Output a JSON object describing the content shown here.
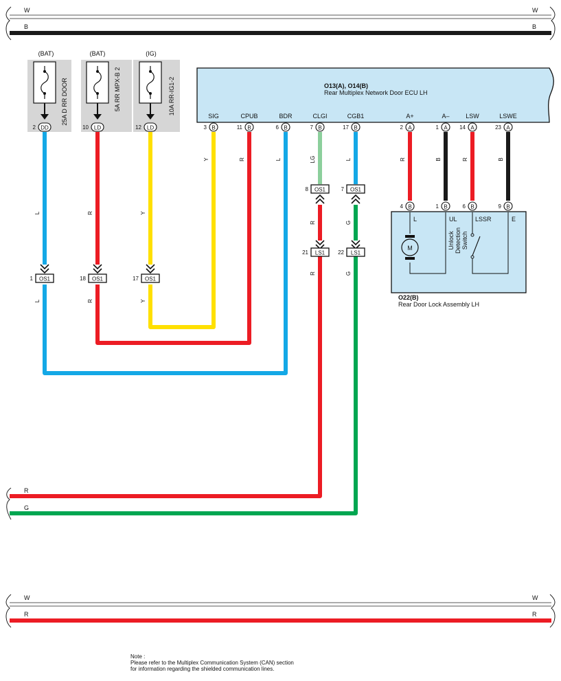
{
  "colors": {
    "W": "#ffffff",
    "B": "#1a1a1a",
    "L": "#14a8e6",
    "R": "#ec1c24",
    "Y": "#ffe000",
    "LG": "#8ccf9c",
    "G": "#00a651",
    "ecu_fill": "#c8e6f5",
    "fuse_box": "#d6d6d6"
  },
  "bus_top": {
    "w_label_left": "W",
    "w_label_right": "W",
    "b_label_left": "B",
    "b_label_right": "B"
  },
  "bus_bottom": {
    "w_label_left": "W",
    "w_label_right": "W",
    "r_label_left": "R",
    "r_label_right": "R"
  },
  "fuses": [
    {
      "source": "(BAT)",
      "name": "25A D RR DOOR",
      "pin": "2",
      "conn": "DD"
    },
    {
      "source": "(BAT)",
      "name": "5A RR MPX-B 2",
      "pin": "10",
      "conn": "LD"
    },
    {
      "source": "(IG)",
      "name": "10A RR-IG1-2",
      "pin": "12",
      "conn": "LD"
    }
  ],
  "ecu": {
    "title": "O13(A), O14(B)",
    "subtitle": "Rear Multiplex Network Door ECU LH",
    "terminals": [
      {
        "name": "SIG",
        "pin": "3",
        "conn": "B"
      },
      {
        "name": "CPUB",
        "pin": "11",
        "conn": "B"
      },
      {
        "name": "BDR",
        "pin": "6",
        "conn": "B"
      },
      {
        "name": "CLGI",
        "pin": "7",
        "conn": "B"
      },
      {
        "name": "CGB1",
        "pin": "17",
        "conn": "B"
      },
      {
        "name": "A+",
        "pin": "2",
        "conn": "A"
      },
      {
        "name": "A–",
        "pin": "1",
        "conn": "A"
      },
      {
        "name": "LSW",
        "pin": "14",
        "conn": "A"
      },
      {
        "name": "LSWE",
        "pin": "23",
        "conn": "A"
      }
    ]
  },
  "lock": {
    "title": "O22(B)",
    "subtitle": "Rear Door Lock Assembly LH",
    "terminals": [
      {
        "name": "L",
        "pin": "4",
        "conn": "B"
      },
      {
        "name": "UL",
        "pin": "1",
        "conn": "B"
      },
      {
        "name": "LSSR",
        "pin": "6",
        "conn": "B"
      },
      {
        "name": "E",
        "pin": "9",
        "conn": "B"
      }
    ],
    "motor_label": "M",
    "switch_lines": [
      "Unlock",
      "Detection",
      "Switch"
    ]
  },
  "wire_labels": {
    "fuse1_upper": "L",
    "fuse1_lower": "L",
    "fuse2_upper": "R",
    "fuse2_lower": "R",
    "fuse3_upper": "Y",
    "fuse3_lower": "Y",
    "sig": "Y",
    "cpub": "R",
    "bdr": "L",
    "clgi": "LG",
    "clgi_mid": "R",
    "clgi_low": "R",
    "cgb1": "L",
    "cgb1_mid": "G",
    "cgb1_low": "G",
    "a_plus": "R",
    "a_minus": "B",
    "lsw": "R",
    "lswe": "B",
    "out_r": "R",
    "out_g": "G"
  },
  "connectors": {
    "os1_fuse1": {
      "pin": "1",
      "conn": "OS1"
    },
    "os1_fuse2": {
      "pin": "18",
      "conn": "OS1"
    },
    "os1_fuse3": {
      "pin": "17",
      "conn": "OS1"
    },
    "os1_clgi": {
      "pin": "8",
      "conn": "OS1"
    },
    "os1_cgb1": {
      "pin": "7",
      "conn": "OS1"
    },
    "ls1_clgi": {
      "pin": "21",
      "conn": "LS1"
    },
    "ls1_cgb1": {
      "pin": "22",
      "conn": "LS1"
    }
  },
  "note": {
    "line1": "Note :",
    "line2": "Please refer to the Multiplex Communication System (CAN) section",
    "line3": "for information regarding the shielded communication lines."
  }
}
